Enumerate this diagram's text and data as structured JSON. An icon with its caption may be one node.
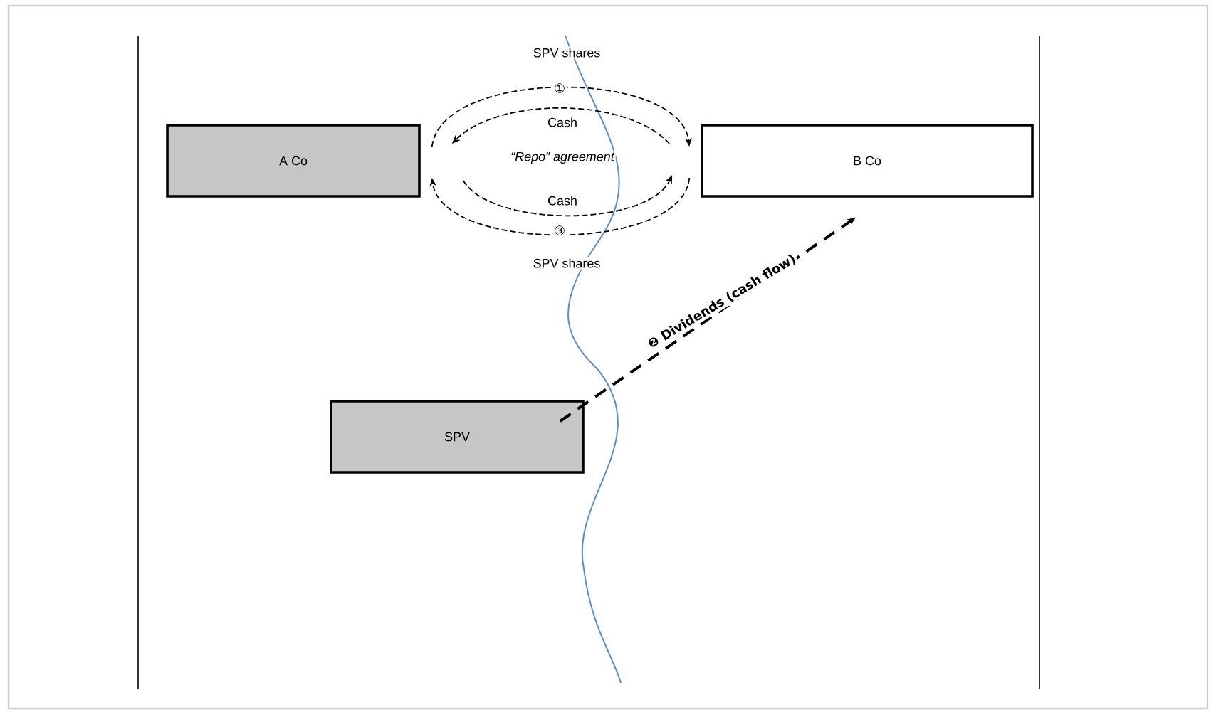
{
  "diagram": {
    "nodes": [
      {
        "text": [
          "A Co"
        ]
      },
      {
        "text": [
          "B Co"
        ]
      },
      {
        "text": [
          "SPV"
        ]
      }
    ],
    "edges": [
      {
        "from": 0,
        "to": 1,
        "arrow": "to",
        "label": "SPV shares",
        "style": "dashed"
      },
      {
        "from": 1,
        "to": 0,
        "arrow": "to",
        "label": "Cash",
        "style": "dashed"
      },
      {
        "from": 0,
        "to": 1,
        "arrow": "to",
        "label": "Cash",
        "style": "dashed"
      },
      {
        "from": 1,
        "to": 0,
        "arrow": "to",
        "label": "SPV shares",
        "style": "dashed"
      },
      {
        "from": 2,
        "to": 1,
        "arrow": "to",
        "label": "❷ Dividends (cash flow)",
        "style": "dashed"
      }
    ],
    "labels": [
      "①",
      "“Repo” agreement",
      "③"
    ]
  }
}
